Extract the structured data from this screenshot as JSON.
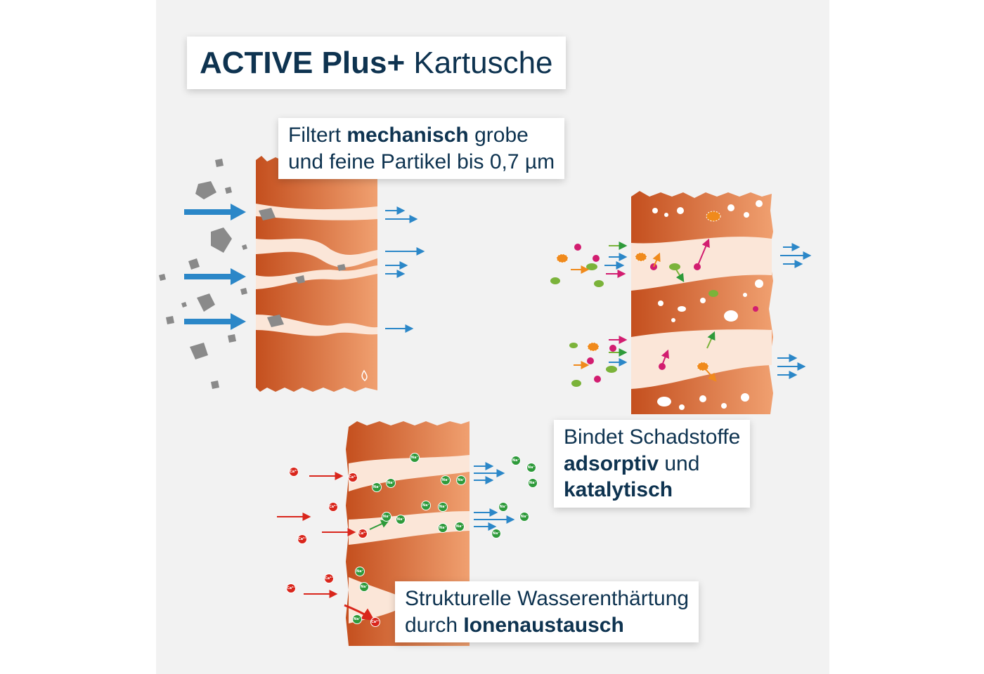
{
  "title": {
    "bold": "ACTIVE Plus+",
    "regular": "Kartusche"
  },
  "panel_mechanical": {
    "line1_pre": "Filtert ",
    "line1_bold": "mechanisch",
    "line1_post": " grobe",
    "line2": "und feine Partikel bis 0,7 µm"
  },
  "panel_adsorptive": {
    "line1": "Bindet Schadstoffe",
    "line2_bold": "adsorptiv",
    "line2_post": " und",
    "line3_bold": "katalytisch"
  },
  "panel_ion_exchange": {
    "line1": "Strukturelle Wasserenthärtung",
    "line2_pre": "durch ",
    "line2_bold": "Ionenaustausch"
  },
  "ions": {
    "calcium": "Ca²⁺",
    "sodium": "Na⁺"
  },
  "colors": {
    "background": "#f2f2f2",
    "text": "#0e3350",
    "filter_dark": "#c8521f",
    "filter_light": "#ee9a68",
    "channel": "#fbe6d8",
    "arrow_blue": "#2b87c8",
    "particle_gray": "#8a8a8a",
    "ion_red": "#d9261c",
    "ion_green": "#2e9a3a",
    "pollutant_pink": "#d21d70",
    "pollutant_orange": "#f08a1c",
    "pollutant_green": "#7bb33a"
  }
}
